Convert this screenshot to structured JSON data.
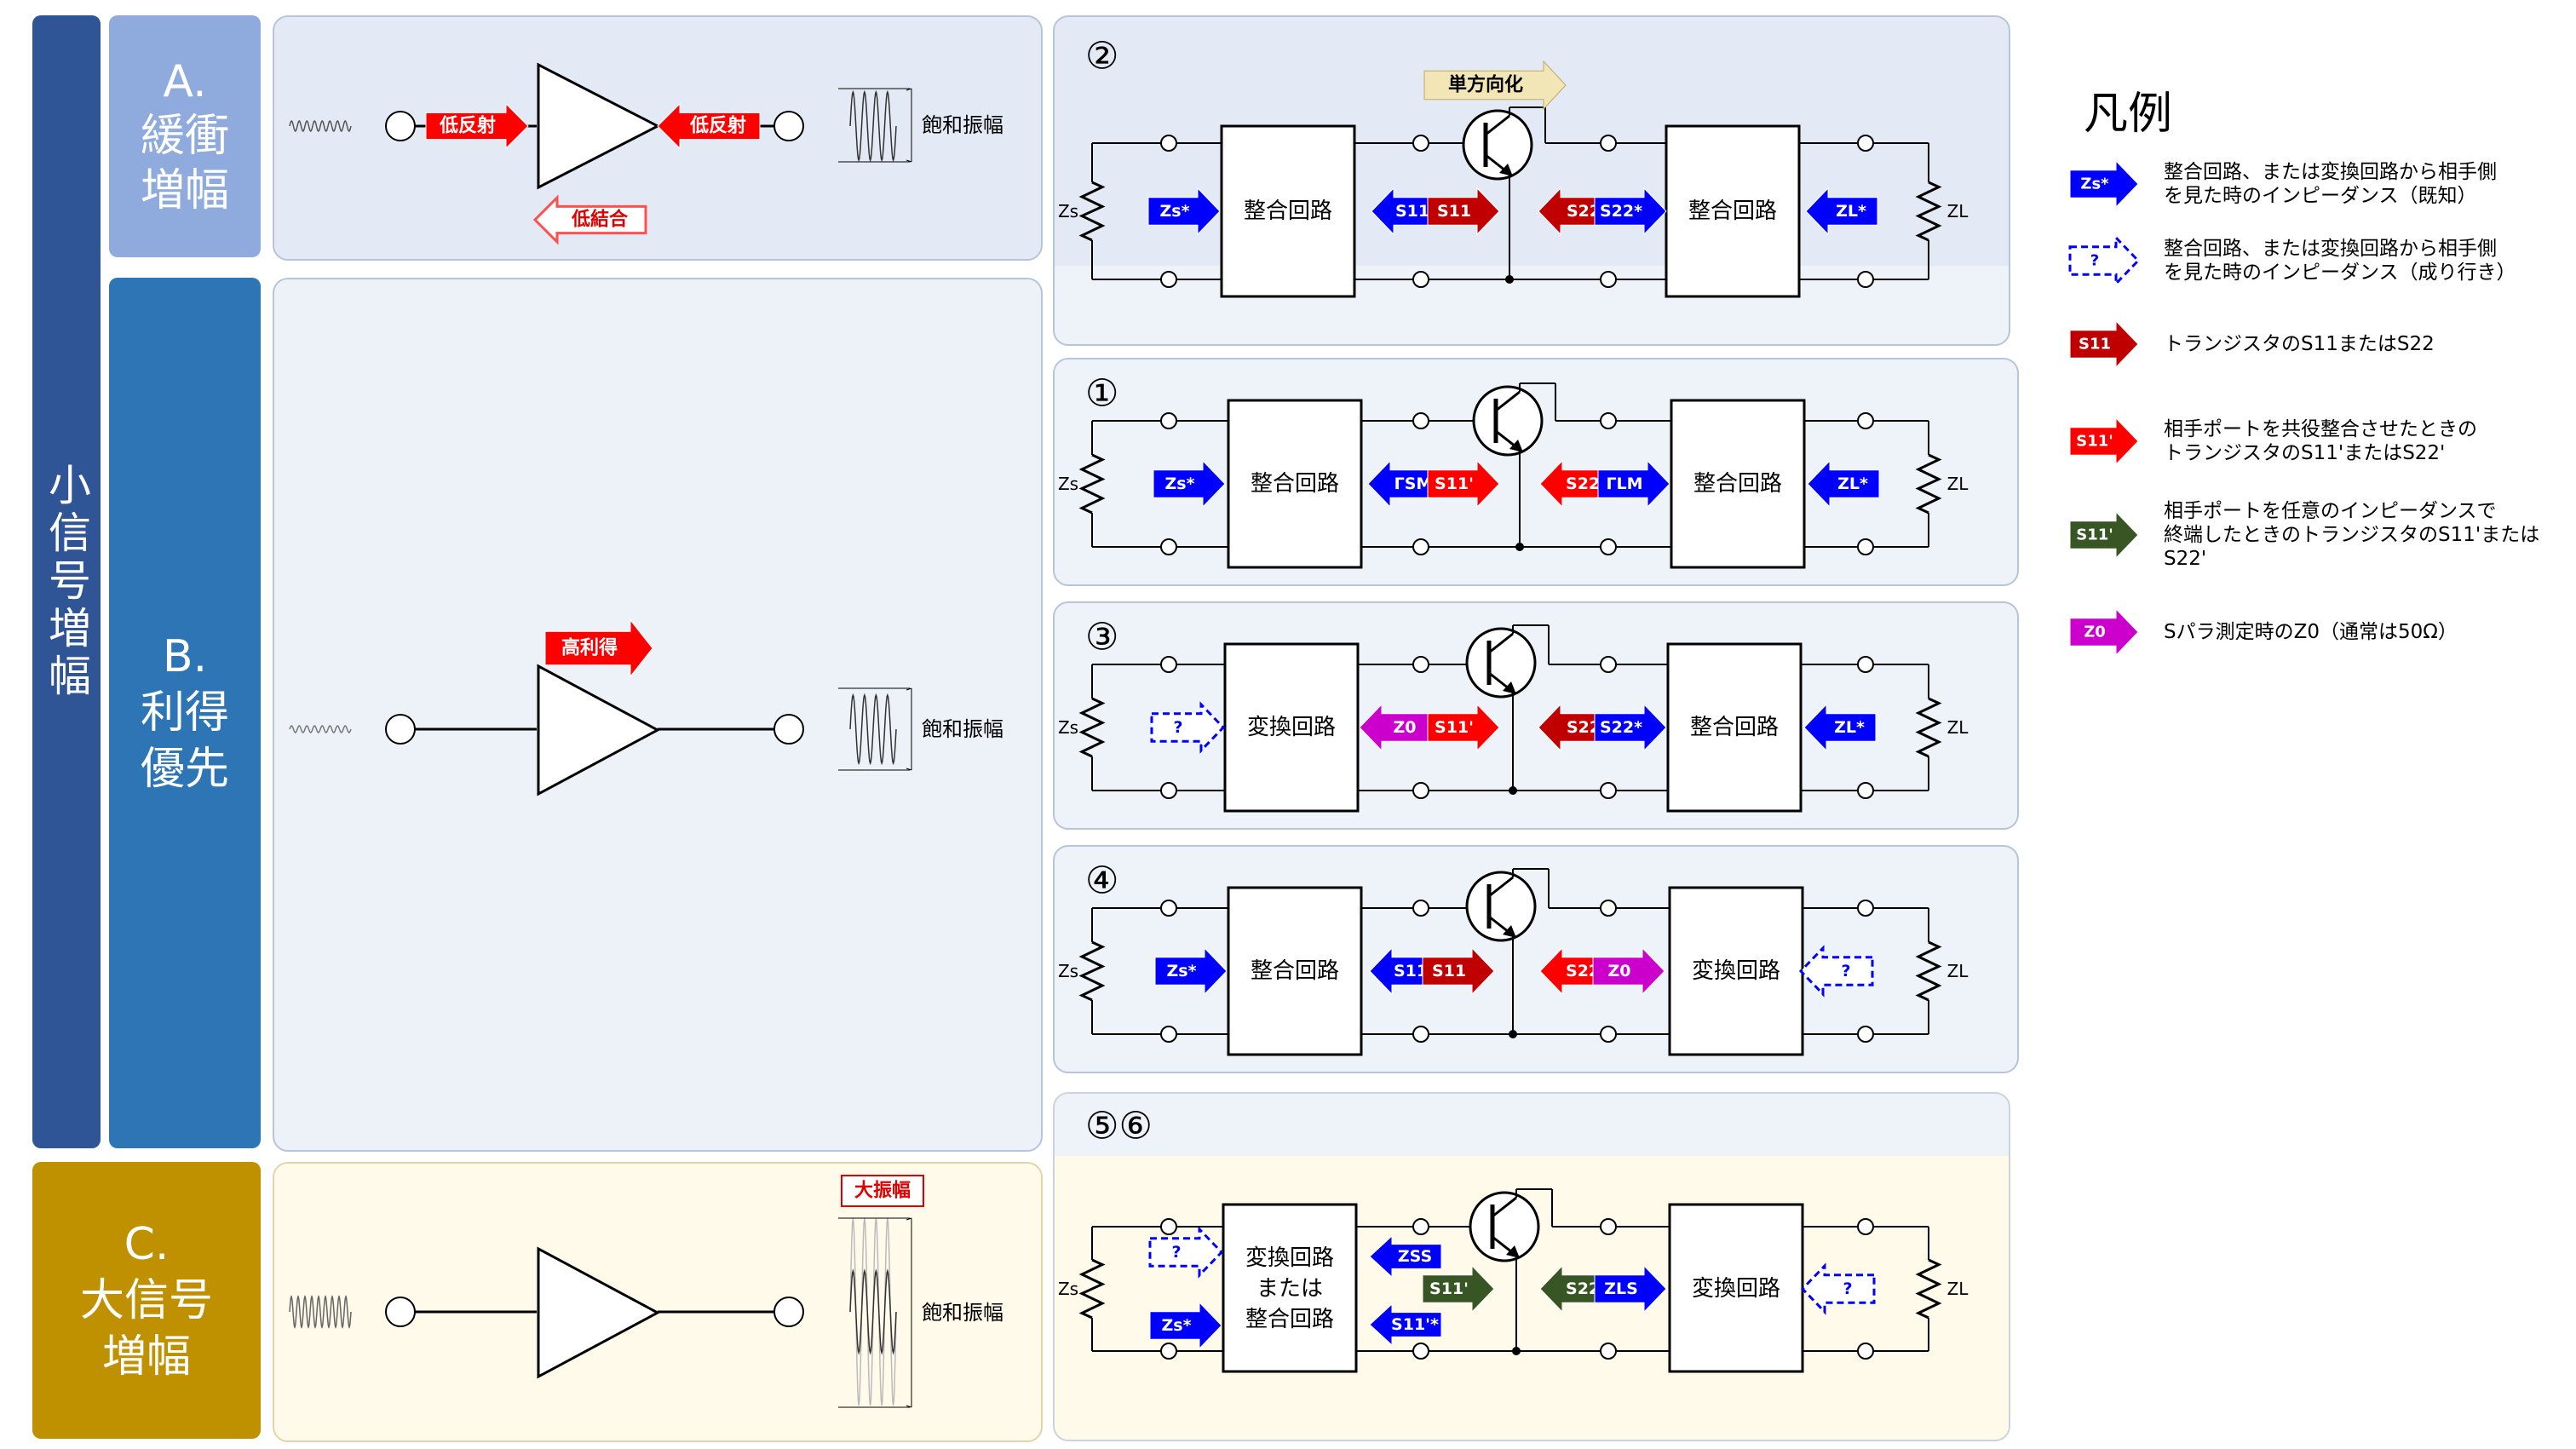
{
  "categories": {
    "small_signal": "小信号増幅",
    "A": [
      "A.",
      "緩衝",
      "増幅"
    ],
    "B": [
      "B.",
      "利得",
      "優先"
    ],
    "C": [
      "C.",
      "大信号",
      "増幅"
    ]
  },
  "colors": {
    "small_signal": "#2f5597",
    "A": "#8faadc",
    "B": "#2e75b6",
    "C": "#bf9000",
    "blue_arrow": "#0000ff",
    "red_arrow": "#ff0000",
    "darkred_arrow": "#c00000",
    "green_arrow": "#375623",
    "magenta_arrow": "#cc00cc",
    "panel_blue": "#e4eaf5",
    "panel_cream": "#fffaea"
  },
  "amp_panels": {
    "A": {
      "tags": [
        "低反射",
        "低反射",
        "低結合"
      ],
      "saturation": "飽和振幅"
    },
    "B": {
      "tags": [
        "高利得"
      ],
      "saturation": "飽和振幅"
    },
    "C": {
      "tags": [
        "大振幅"
      ],
      "saturation": "飽和振幅"
    }
  },
  "circuits": {
    "p2": {
      "label": "②",
      "banner": "単方向化",
      "left_box": "整合回路",
      "right_box": "整合回路",
      "zs": "Zs",
      "zl": "ZL",
      "arrows": [
        "Zs*",
        "S11*",
        "S11",
        "S22",
        "S22*",
        "ZL*"
      ]
    },
    "p1": {
      "label": "①",
      "left_box": "整合回路",
      "right_box": "整合回路",
      "zs": "Zs",
      "zl": "ZL",
      "arrows": [
        "Zs*",
        "ΓSM",
        "S11'",
        "S22'",
        "ΓLM",
        "ZL*"
      ]
    },
    "p3": {
      "label": "③",
      "left_box": "変換回路",
      "right_box": "整合回路",
      "zs": "Zs",
      "zl": "ZL",
      "arrows": [
        "?",
        "Z0",
        "S11'",
        "S22",
        "S22*",
        "ZL*"
      ]
    },
    "p4": {
      "label": "④",
      "left_box": "整合回路",
      "right_box": "変換回路",
      "zs": "Zs",
      "zl": "ZL",
      "arrows": [
        "Zs*",
        "S11*",
        "S11",
        "S22'",
        "Z0",
        "?"
      ]
    },
    "p56": {
      "label": "⑤⑥",
      "left_box": [
        "変換回路",
        "または",
        "整合回路"
      ],
      "right_box": "変換回路",
      "zs": "Zs",
      "zl": "ZL",
      "arrows": [
        "?",
        "Zs*",
        "ZSS",
        "S11'*",
        "S11'",
        "S22'",
        "ZLS",
        "?"
      ]
    }
  },
  "legend": {
    "title": "凡例",
    "items": [
      {
        "symbol": "Zs*",
        "text": [
          "整合回路、または変換回路から相手側",
          "を見た時のインピーダンス（既知）"
        ]
      },
      {
        "symbol": "?",
        "text": [
          "整合回路、または変換回路から相手側",
          "を見た時のインピーダンス（成り行き）"
        ]
      },
      {
        "symbol": "S11",
        "text": [
          "トランジスタのS11またはS22"
        ]
      },
      {
        "symbol": "S11'",
        "text": [
          "相手ポートを共役整合させたときの",
          "トランジスタのS11'またはS22'"
        ]
      },
      {
        "symbol": "S11'",
        "text": [
          "相手ポートを任意のインピーダンスで",
          "終端したときのトランジスタのS11'または",
          "S22'"
        ]
      },
      {
        "symbol": "Z0",
        "text": [
          "Sパラ測定時のZ0（通常は50Ω）"
        ]
      }
    ]
  }
}
